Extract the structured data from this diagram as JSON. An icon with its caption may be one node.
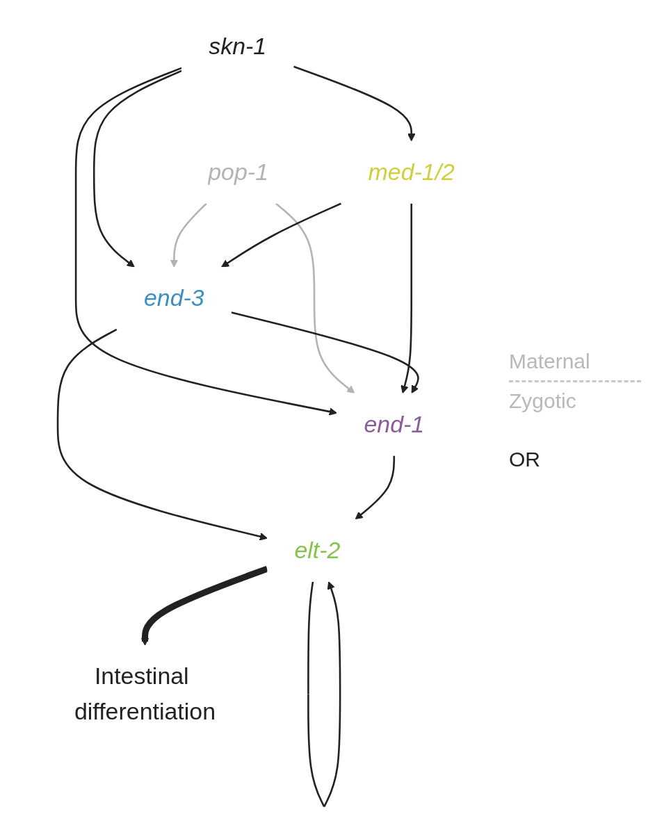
{
  "diagram": {
    "nodes": [
      {
        "text": [
          "skn-1"
        ]
      },
      {
        "text": [
          "pop-1"
        ]
      },
      {
        "text": [
          "med-1/2"
        ]
      },
      {
        "text": [
          "end-3"
        ]
      },
      {
        "text": [
          "end-1"
        ]
      },
      {
        "text": [
          "elt-2"
        ]
      },
      {
        "text": [
          "Intestinal differentiation"
        ]
      }
    ],
    "edges": [
      {
        "from": 0,
        "to": 2,
        "arrow": "to"
      },
      {
        "from": 0,
        "to": 3,
        "arrow": "to"
      },
      {
        "from": 0,
        "to": 4,
        "arrow": "to"
      },
      {
        "from": 1,
        "to": 3,
        "arrow": "to",
        "color": "#b3b3b3"
      },
      {
        "from": 1,
        "to": 4,
        "arrow": "to",
        "color": "#b3b3b3"
      },
      {
        "from": 2,
        "to": 3,
        "arrow": "to"
      },
      {
        "from": 2,
        "to": 4,
        "arrow": "to"
      },
      {
        "from": 3,
        "to": 4,
        "arrow": "to"
      },
      {
        "from": 3,
        "to": 5,
        "arrow": "to"
      },
      {
        "from": 4,
        "to": 5,
        "arrow": "to"
      },
      {
        "from": 5,
        "to": 5,
        "arrow": "to"
      },
      {
        "from": 5,
        "to": 6,
        "arrow": "to",
        "style": "thick"
      }
    ],
    "labels": [
      "Maternal",
      "Zygotic",
      "OR"
    ]
  }
}
